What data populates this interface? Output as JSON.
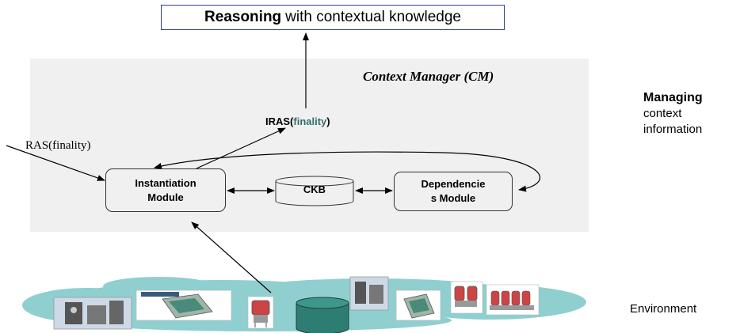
{
  "reasoning": {
    "bold": "Reasoning",
    "rest": "with contextual knowledge"
  },
  "context_manager": {
    "title": "Context Manager (CM)"
  },
  "modules": {
    "instantiation": {
      "line1": "Instantiation",
      "line2": "Module"
    },
    "ckb": {
      "label": "CKB"
    },
    "dependencies": {
      "line1": "Dependencie",
      "line2": "s Module"
    }
  },
  "iras": {
    "prefix": "IRAS(",
    "word": "finality",
    "suffix": ")"
  },
  "ras": {
    "label": "RAS(finality)"
  },
  "side_labels": {
    "managing_bold": "Managing",
    "managing_line2": "context",
    "managing_line3": "information",
    "environment": "Environment"
  },
  "colors": {
    "cloud": "#8fcfcf",
    "panel": "#f0f0f0",
    "box_border": "#2f3e9e",
    "cylinder": "#2e7d72",
    "finality_text": "#2f6f6f"
  },
  "icons": [
    "printer-icon",
    "pda-icon",
    "vacuum-tube-icon",
    "server-rack-icon"
  ]
}
